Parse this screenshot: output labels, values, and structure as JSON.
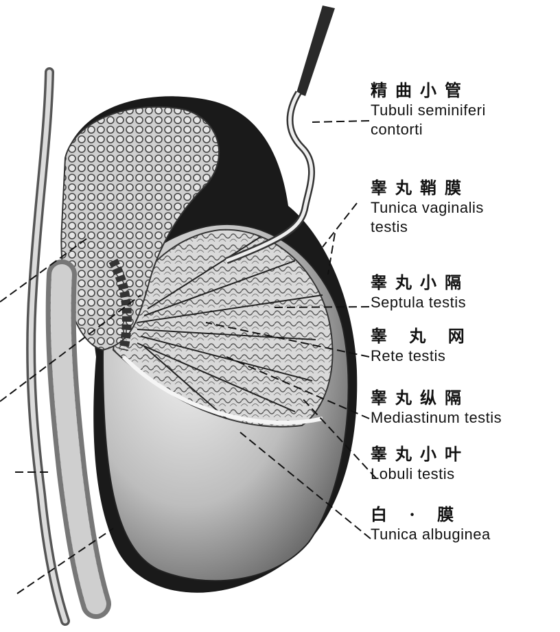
{
  "labels": [
    {
      "zh": "精曲小管",
      "la": [
        "Tubuli seminiferi",
        "contorti"
      ]
    },
    {
      "zh": "睾丸鞘膜",
      "la": [
        "Tunica vaginalis",
        "testis"
      ]
    },
    {
      "zh": "睾丸小隔",
      "la": [
        "Septula testis"
      ]
    },
    {
      "zh": "睾 丸 网",
      "la": [
        "Rete testis"
      ]
    },
    {
      "zh": "睾丸纵隔",
      "la": [
        "Mediastinum testis"
      ]
    },
    {
      "zh": "睾丸小叶",
      "la": [
        "Lobuli testis"
      ]
    },
    {
      "zh": "白 · 膜",
      "la": [
        "Tunica albuginea"
      ]
    }
  ]
}
